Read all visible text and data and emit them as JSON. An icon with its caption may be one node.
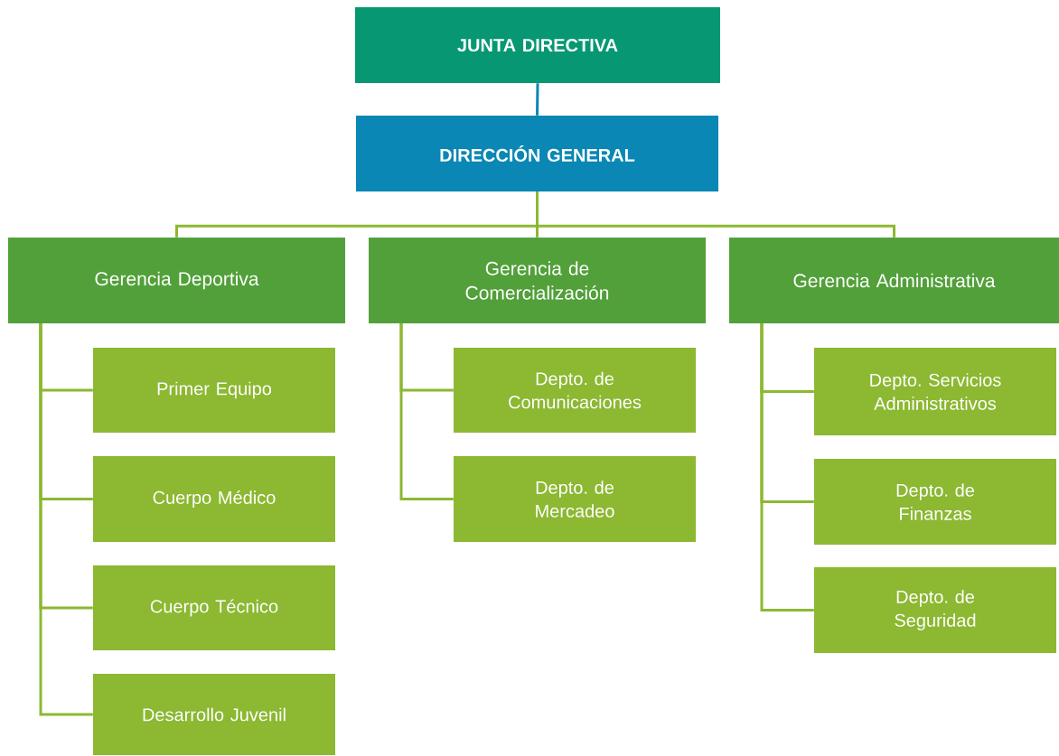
{
  "diagram": {
    "nodes": [
      {
        "text": [
          "JUNTA DIRECTIVA"
        ]
      },
      {
        "text": [
          "DIRECCIÓN GENERAL"
        ]
      },
      {
        "text": [
          "Gerencia Deportiva"
        ]
      },
      {
        "text": [
          "Gerencia de Comercialización"
        ]
      },
      {
        "text": [
          "Gerencia Administrativa"
        ]
      },
      {
        "text": [
          "Primer Equipo"
        ]
      },
      {
        "text": [
          "Cuerpo Médico"
        ]
      },
      {
        "text": [
          "Cuerpo Técnico"
        ]
      },
      {
        "text": [
          "Desarrollo Juvenil"
        ]
      },
      {
        "text": [
          "Depto. de Comunicaciones"
        ]
      },
      {
        "text": [
          "Depto. de Mercadeo"
        ]
      },
      {
        "text": [
          "Depto. Servicios Administrativos"
        ]
      },
      {
        "text": [
          "Depto. de Finanzas"
        ]
      },
      {
        "text": [
          "Depto. de Seguridad"
        ]
      }
    ],
    "edges": [
      {
        "from": 0,
        "to": 1,
        "arrow": "none",
        "color": "#0a87b4"
      },
      {
        "from": 1,
        "to": 2,
        "arrow": "none"
      },
      {
        "from": 1,
        "to": 3,
        "arrow": "none"
      },
      {
        "from": 1,
        "to": 4,
        "arrow": "none"
      },
      {
        "from": 2,
        "to": 5,
        "arrow": "none"
      },
      {
        "from": 2,
        "to": 6,
        "arrow": "none"
      },
      {
        "from": 2,
        "to": 7,
        "arrow": "none"
      },
      {
        "from": 2,
        "to": 8,
        "arrow": "none"
      },
      {
        "from": 3,
        "to": 9,
        "arrow": "none"
      },
      {
        "from": 3,
        "to": 10,
        "arrow": "none"
      },
      {
        "from": 4,
        "to": 11,
        "arrow": "none"
      },
      {
        "from": 4,
        "to": 12,
        "arrow": "none"
      },
      {
        "from": 4,
        "to": 13,
        "arrow": "none"
      }
    ]
  }
}
